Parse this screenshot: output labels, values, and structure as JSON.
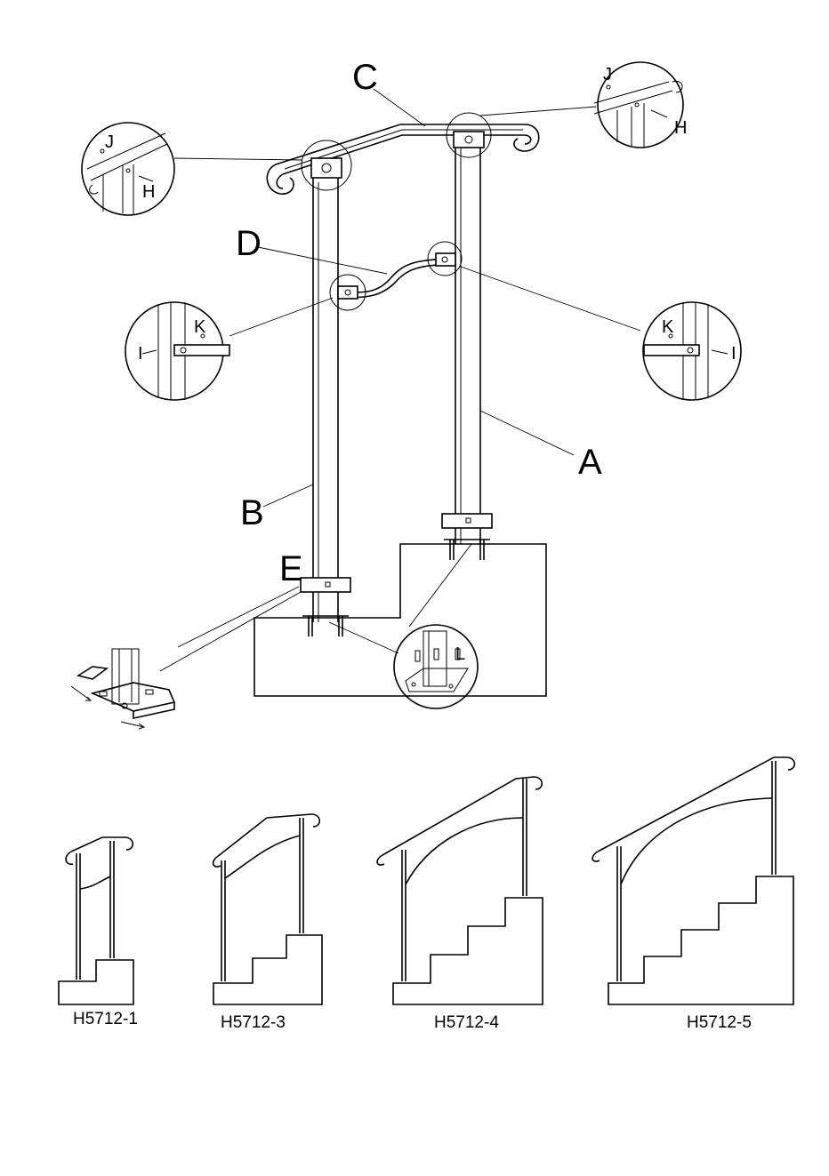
{
  "labels": {
    "A": "A",
    "B": "B",
    "C": "C",
    "D": "D",
    "E": "E",
    "H_left": "H",
    "H_right": "H",
    "J_left": "J",
    "J_right": "J",
    "K_left": "K",
    "K_right": "K",
    "I_left": "I",
    "I_right": "I",
    "L": "L"
  },
  "models": [
    "H5712-1",
    "H5712-3",
    "H5712-4",
    "H5712-5"
  ]
}
